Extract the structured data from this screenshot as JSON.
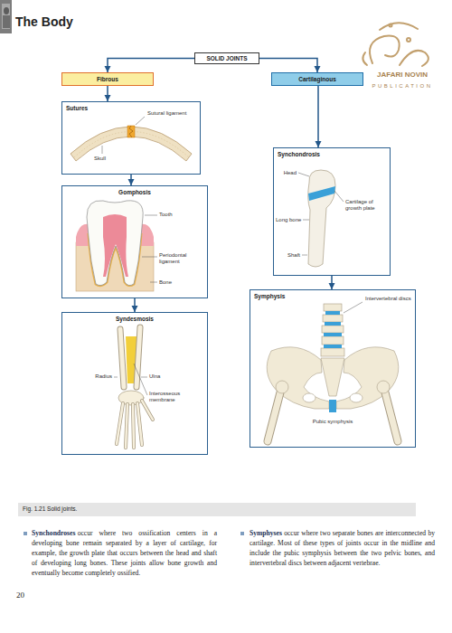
{
  "diagram": {
    "title": "The Body",
    "caption": "Fig. 1.21 Solid joints.",
    "nodes": [
      {
        "text": [
          "SOLID JOINTS"
        ]
      },
      {
        "text": [
          "Fibrous"
        ]
      },
      {
        "text": [
          "Cartilaginous"
        ]
      },
      {
        "text": [
          "Sutures"
        ]
      },
      {
        "text": [
          "Gomphosis"
        ]
      },
      {
        "text": [
          "Syndesmosis"
        ]
      },
      {
        "text": [
          "Synchondrosis"
        ]
      },
      {
        "text": [
          "Symphysis"
        ]
      }
    ],
    "edges": [
      {
        "from": 0,
        "to": 1,
        "arrow": "to"
      },
      {
        "from": 0,
        "to": 2,
        "arrow": "to"
      },
      {
        "from": 1,
        "to": 3,
        "arrow": "to"
      },
      {
        "from": 3,
        "to": 4,
        "arrow": "to"
      },
      {
        "from": 4,
        "to": 5,
        "arrow": "to"
      },
      {
        "from": 2,
        "to": 6,
        "arrow": "to"
      },
      {
        "from": 6,
        "to": 7,
        "arrow": "to"
      }
    ],
    "labels": [
      "Sutural ligament",
      "Skull",
      "Tooth",
      "Periodontal ligament",
      "Bone",
      "Radius",
      "Ulna",
      "Interosseous membrane",
      "Head",
      "Cartilage of growth plate",
      "Long bone",
      "Shaft",
      "Intervertebral discs",
      "Pubic symphysis",
      "JAFARI NOVIN",
      "PUBLICATION",
      "Synchondroses",
      "occur where two ossification centers in a developing bone remain separated by a layer of cartilage, for example, the growth plate that occurs between the head and shaft of developing long bones. These joints allow bone growth and eventually become completely ossified.",
      "Symphyses",
      "occur where two separate bones are interconnected by cartilage. Most of these types of joints occur in the midline and include the pubic symphysis between the two pelvic bones, and intervertebral discs between adjacent vertebrae.",
      "20"
    ]
  }
}
